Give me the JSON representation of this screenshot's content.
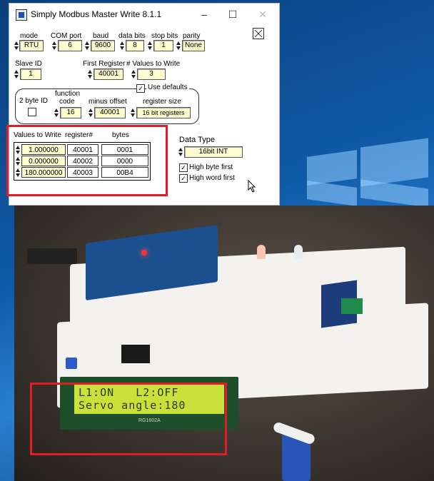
{
  "window": {
    "title": "Simply Modbus Master Write 8.1.1",
    "minimize": "–",
    "maximize": "☐",
    "close": "✕"
  },
  "settings": {
    "mode_label": "mode",
    "mode": "RTU",
    "com_label": "COM port",
    "com": "6",
    "baud_label": "baud",
    "baud": "9600",
    "databits_label": "data bits",
    "databits": "8",
    "stopbits_label": "stop bits",
    "stopbits": "1",
    "parity_label": "parity",
    "parity": "None",
    "slave_label": "Slave ID",
    "slave": "1",
    "first_reg_label": "First Register",
    "first_reg": "40001",
    "num_values_label": "# Values to Write",
    "num_values": "3",
    "use_defaults": "Use defaults",
    "two_byte_label": "2 byte ID",
    "function_label_1": "function",
    "function_label_2": "code",
    "function": "16",
    "minus_offset_label": "minus offset",
    "minus_offset": "40001",
    "reg_size_label": "register size",
    "reg_size": "16 bit registers"
  },
  "table": {
    "headers": [
      "Values to Write",
      "register#",
      "bytes"
    ],
    "rows": [
      {
        "value": "1.000000",
        "register": "40001",
        "bytes": "0001"
      },
      {
        "value": "0.000000",
        "register": "40002",
        "bytes": "0000"
      },
      {
        "value": "180.000000",
        "register": "40003",
        "bytes": "00B4"
      }
    ]
  },
  "datatype": {
    "label": "Data Type",
    "value": "16bit INT",
    "high_byte": "High byte first",
    "high_word": "High word first"
  },
  "lcd": {
    "line1": "L1:ON   L2:OFF",
    "line2": "Servo angle:180",
    "model": "RG1602A"
  },
  "colors": {
    "highlight": "#e21c24",
    "field": "#fffccf",
    "lcd": "#c9e13a"
  }
}
